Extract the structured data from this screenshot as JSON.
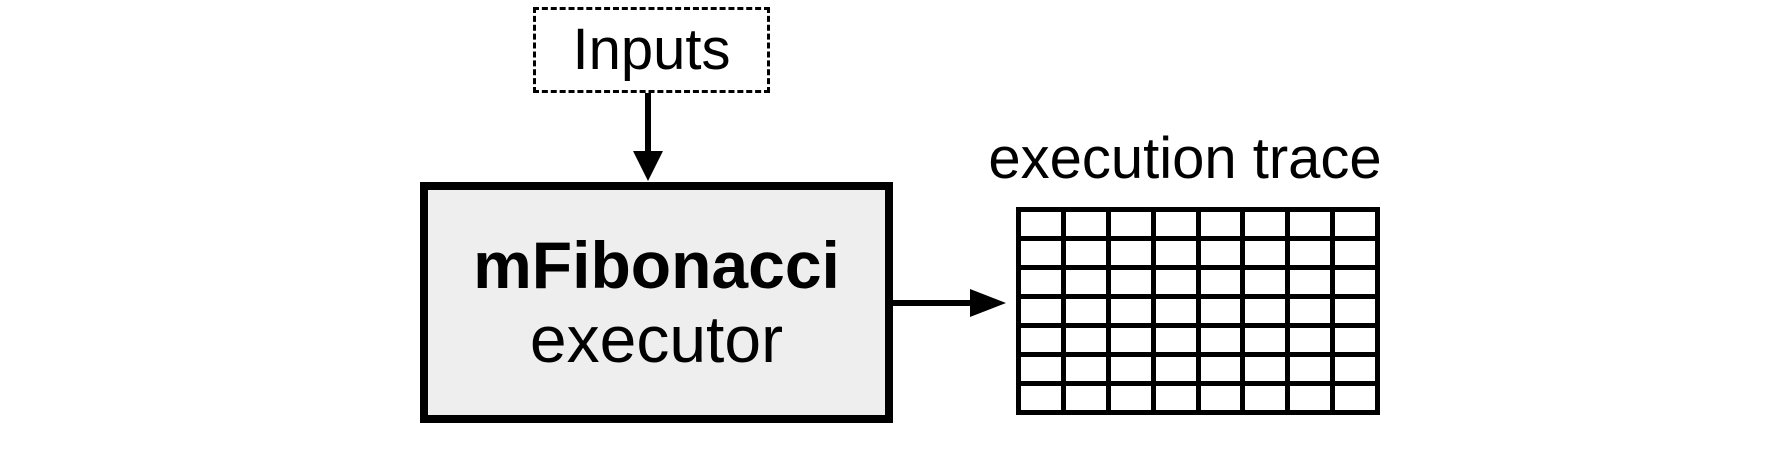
{
  "diagram": {
    "inputs_box": {
      "label": "Inputs"
    },
    "executor_box": {
      "name": "mFibonacci",
      "role": "executor"
    },
    "trace": {
      "label": "execution trace",
      "grid": {
        "rows": 7,
        "columns": 8
      }
    },
    "arrows": [
      {
        "from": "inputs-box",
        "to": "executor-box",
        "direction": "down"
      },
      {
        "from": "executor-box",
        "to": "trace-grid",
        "direction": "right"
      }
    ],
    "colors": {
      "stroke": "#000000",
      "executor_fill": "#eeeeee",
      "background": "#ffffff",
      "trace_cell_fill": "#ffffff"
    }
  }
}
